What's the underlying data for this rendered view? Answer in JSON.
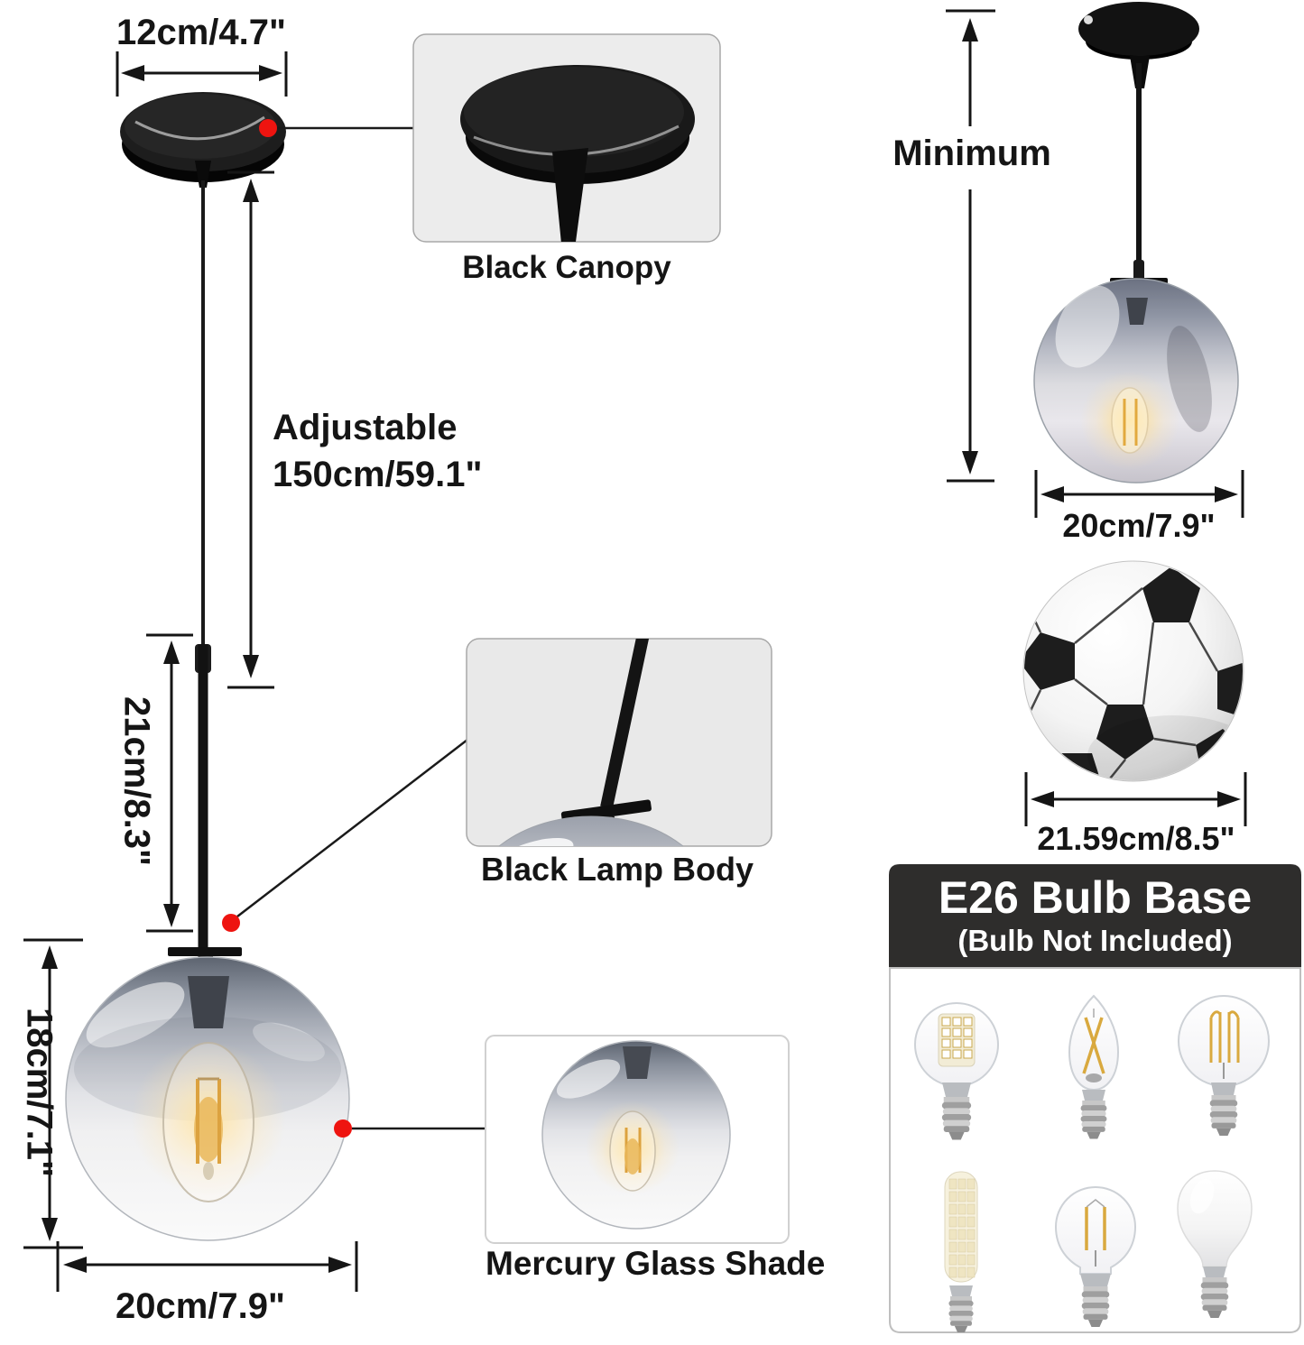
{
  "left_diagram": {
    "canopy_width": "12cm/4.7\"",
    "adjustable_line1": "Adjustable",
    "adjustable_line2": "150cm/59.1\"",
    "lamp_body_length": "21cm/8.3\"",
    "shade_height": "18cm/7.1\"",
    "shade_width": "20cm/7.9\""
  },
  "callouts": {
    "canopy_label": "Black Canopy",
    "lamp_body_label": "Black Lamp Body",
    "shade_label": "Mercury Glass Shade"
  },
  "right_column": {
    "minimum_label": "Minimum",
    "pendant_shade_width": "20cm/7.9\"",
    "soccer_ball_width": "21.59cm/8.5\"",
    "bulb_panel": {
      "title": "E26 Bulb Base",
      "subtitle": "(Bulb Not Included)",
      "bulbs": [
        {
          "icon": "led-globe-bulb-icon"
        },
        {
          "icon": "candelabra-filament-bulb-icon"
        },
        {
          "icon": "g25-filament-bulb-icon"
        },
        {
          "icon": "corn-led-bulb-icon"
        },
        {
          "icon": "s14-filament-bulb-icon"
        },
        {
          "icon": "a19-frosted-bulb-icon"
        }
      ]
    }
  },
  "colors": {
    "accent_red": "#ee1410",
    "line_black": "#151515",
    "inset_bg": "#ececec",
    "inset_border": "#a8a8a8",
    "bulb_panel_header_bg": "#2e2d2c",
    "bulb_panel_header_text": "#ffffff",
    "bulb_panel_border": "#bfbfbf",
    "filament_gold": "#d9a93f"
  }
}
